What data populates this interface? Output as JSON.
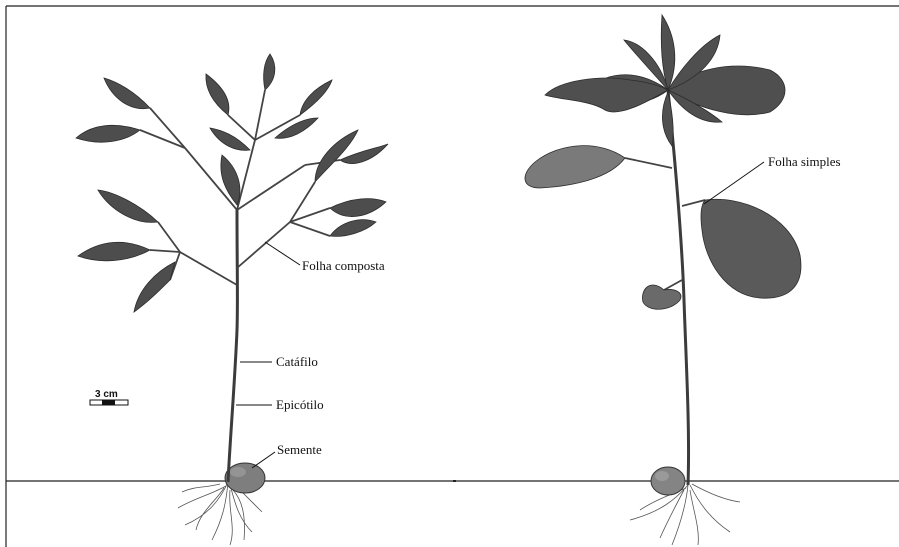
{
  "labels": {
    "compound_leaf": "Folha composta",
    "cataphyll": "Catáfilo",
    "epicotyl": "Epicótilo",
    "seed": "Semente",
    "simple_leaf": "Folha simples"
  },
  "scale_bar": {
    "text": "3 cm"
  },
  "colors": {
    "leaf_dark": "#4d4d4d",
    "leaf_light": "#7a7a7a",
    "stem": "#3c3c3c",
    "seed": "#8a8a8a",
    "frame": "#222222"
  }
}
